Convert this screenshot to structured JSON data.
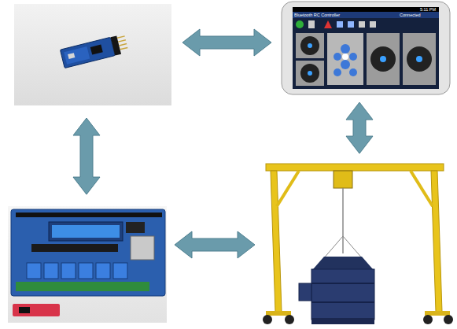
{
  "diagram": {
    "nodes": [
      {
        "text": []
      },
      {
        "text": [
          "Bluetooth RC Controller",
          "Connected",
          "5:11 PM"
        ]
      },
      {
        "text": []
      },
      {
        "text": []
      }
    ],
    "edges": [
      {
        "from": 0,
        "to": 1,
        "arrow": "both"
      },
      {
        "from": 1,
        "to": 3,
        "arrow": "both"
      },
      {
        "from": 0,
        "to": 2,
        "arrow": "both"
      },
      {
        "from": 2,
        "to": 3,
        "arrow": "both"
      }
    ]
  }
}
